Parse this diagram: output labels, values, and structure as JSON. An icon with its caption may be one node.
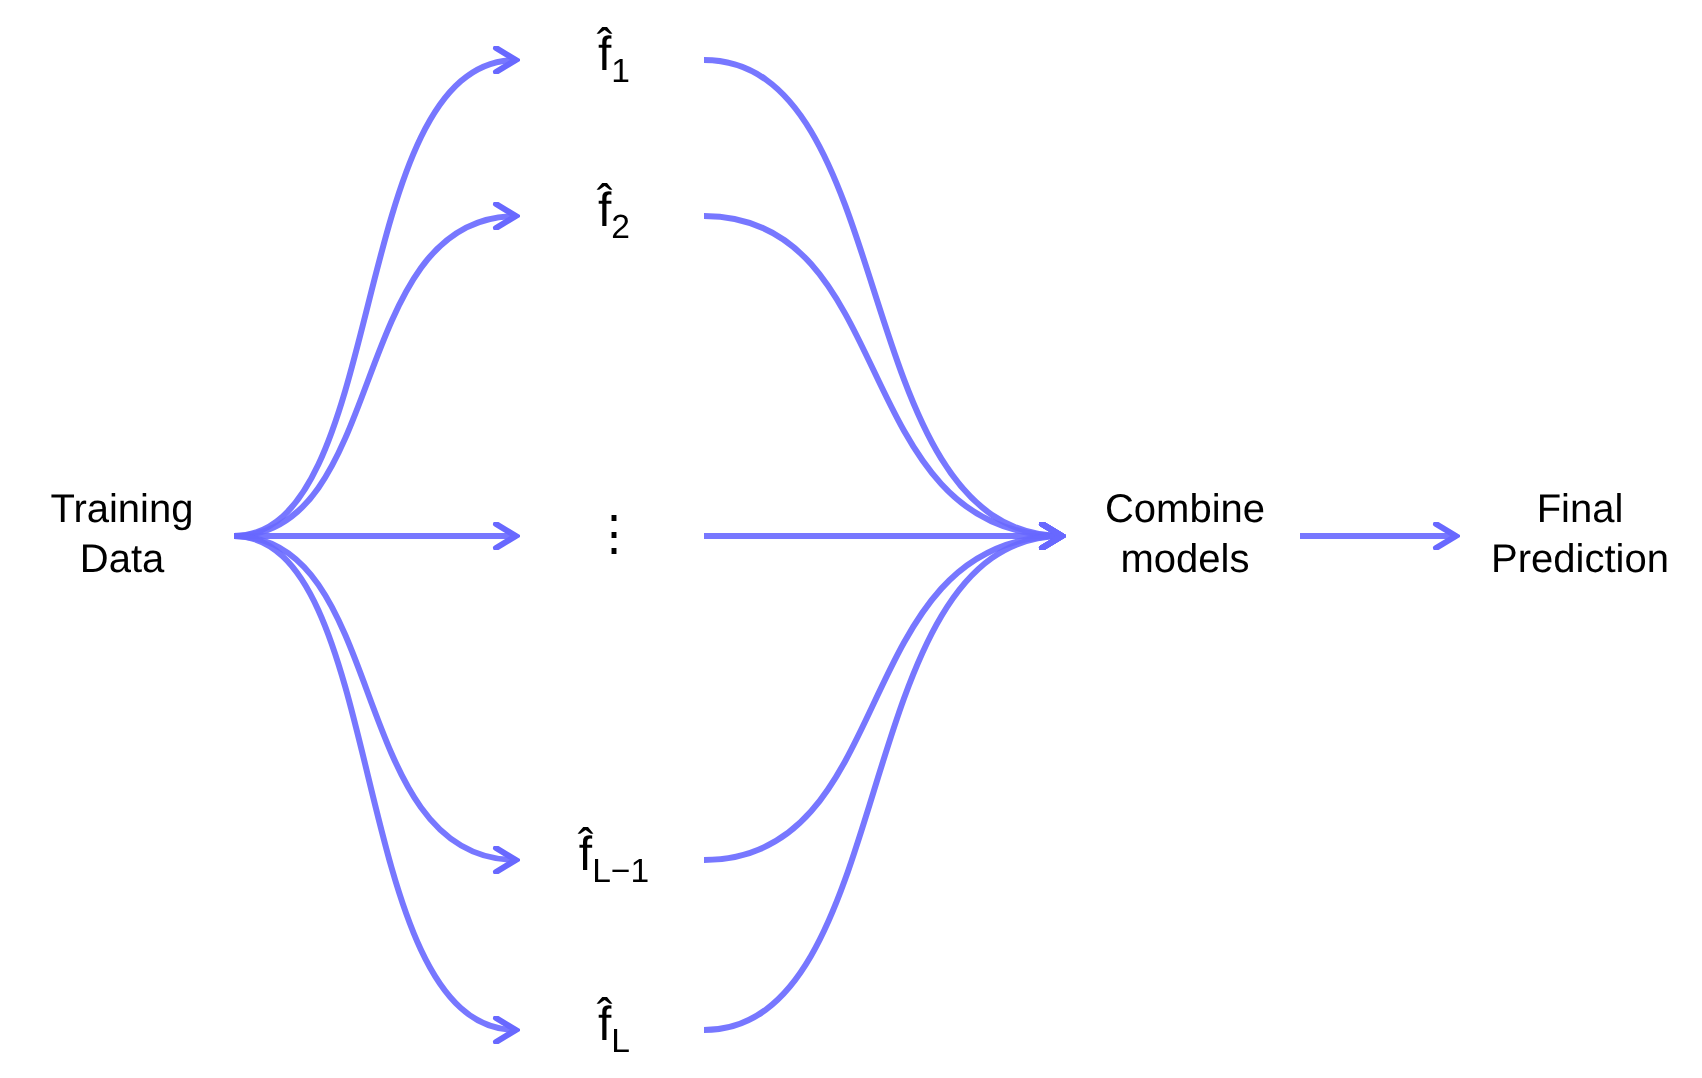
{
  "diagram": {
    "nodes": [
      {
        "text": [
          "Training Data"
        ]
      },
      {
        "text": [
          "f̂$_{1}$"
        ]
      },
      {
        "text": [
          "f̂$_{2}$"
        ]
      },
      {
        "text": [
          "⋮"
        ]
      },
      {
        "text": [
          "f̂$_{L−1}$"
        ]
      },
      {
        "text": [
          "f̂$_{L}$"
        ]
      },
      {
        "text": [
          "Combine models"
        ]
      },
      {
        "text": [
          "Final Prediction"
        ]
      }
    ],
    "edges": [
      {
        "from": 0,
        "to": 1,
        "arrow": "to"
      },
      {
        "from": 0,
        "to": 2,
        "arrow": "to"
      },
      {
        "from": 0,
        "to": 3,
        "arrow": "to"
      },
      {
        "from": 0,
        "to": 4,
        "arrow": "to"
      },
      {
        "from": 0,
        "to": 5,
        "arrow": "to"
      },
      {
        "from": 1,
        "to": 6,
        "arrow": "to"
      },
      {
        "from": 2,
        "to": 6,
        "arrow": "to"
      },
      {
        "from": 3,
        "to": 6,
        "arrow": "to"
      },
      {
        "from": 4,
        "to": 6,
        "arrow": "to"
      },
      {
        "from": 5,
        "to": 6,
        "arrow": "to"
      },
      {
        "from": 6,
        "to": 7,
        "arrow": "to"
      }
    ]
  }
}
